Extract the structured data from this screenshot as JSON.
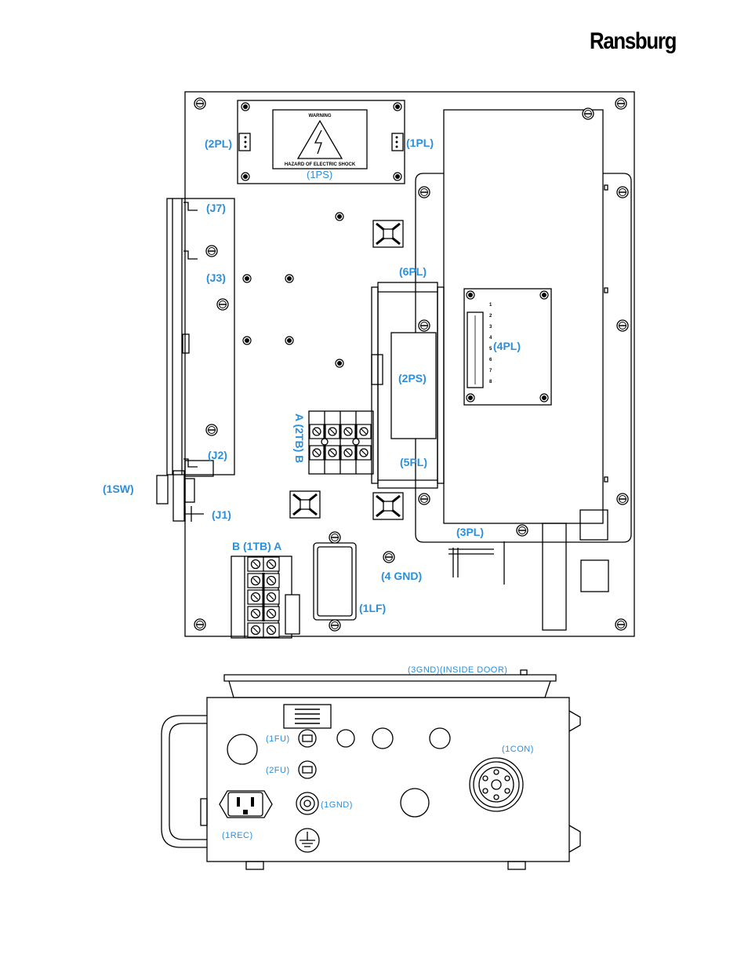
{
  "brand": "Ransburg",
  "panel_labels": {
    "pl2": "(2PL)",
    "pl1": "(1PL)",
    "ps1": "(1PS)",
    "j7": "(J7)",
    "j3": "(J3)",
    "pl6": "(6PL)",
    "pl4": "(4PL)",
    "ps2": "(2PS)",
    "tb2": "A (2TB) B",
    "pl5": "(5PL)",
    "j2": "(J2)",
    "sw1": "(1SW)",
    "j1": "(J1)",
    "pl3": "(3PL)",
    "tb1": "B (1TB) A",
    "gnd4": "(4 GND)",
    "lf1": "(1LF)"
  },
  "warning_label": {
    "title": "WARNING",
    "text": "HAZARD OF ELECTRIC SHOCK"
  },
  "chassis_labels": {
    "gnd3": "(3GND)(INSIDE DOOR)",
    "fu1": "(1FU)",
    "fu2": "(2FU)",
    "gnd1": "(1GND)",
    "rec1": "(1REC)",
    "con1": "(1CON)"
  },
  "colors": {
    "label": "#2a8fdc",
    "line": "#000000"
  }
}
